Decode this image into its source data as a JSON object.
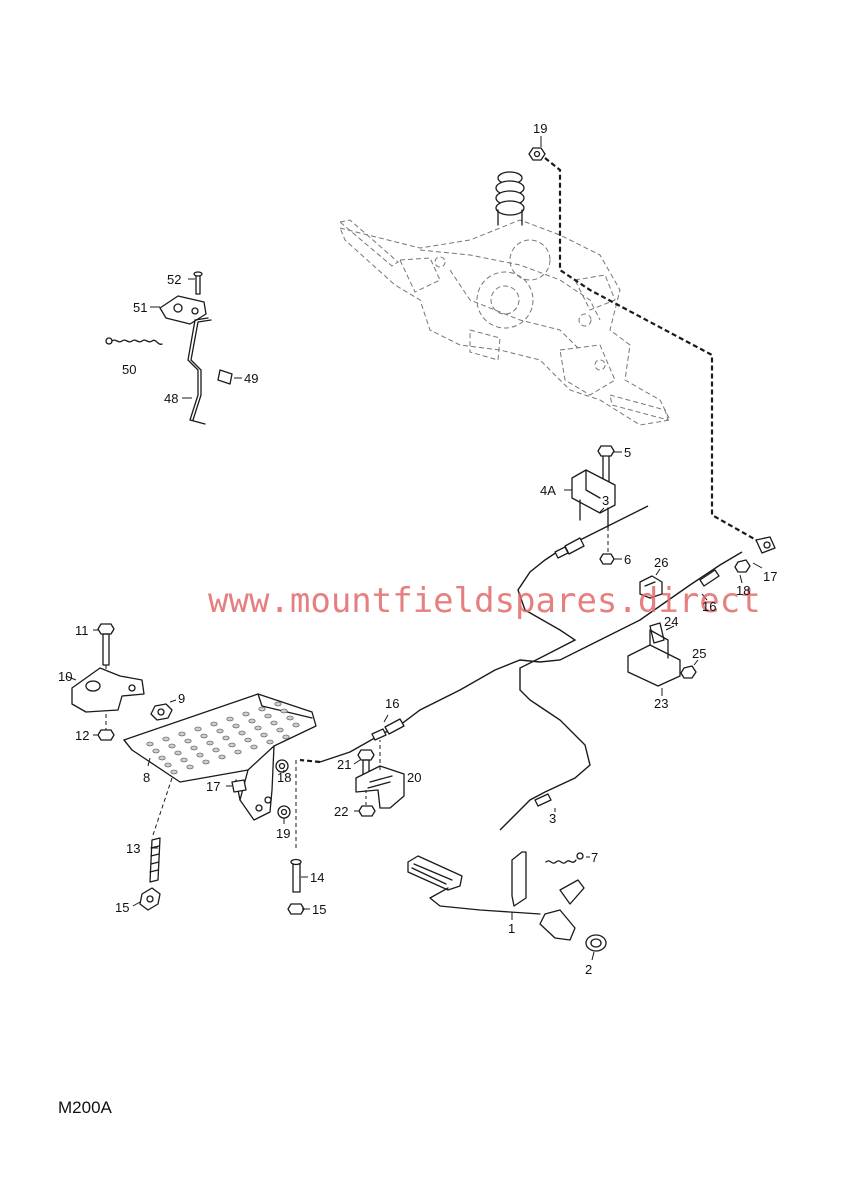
{
  "diagram": {
    "code": "M200A",
    "watermark": "www.mountfieldspares.direct",
    "callouts": [
      {
        "id": "19",
        "label": "19"
      },
      {
        "id": "52",
        "label": "52"
      },
      {
        "id": "51",
        "label": "51"
      },
      {
        "id": "50",
        "label": "50"
      },
      {
        "id": "49",
        "label": "49"
      },
      {
        "id": "48",
        "label": "48"
      },
      {
        "id": "5",
        "label": "5"
      },
      {
        "id": "4A",
        "label": "4A"
      },
      {
        "id": "3a",
        "label": "3"
      },
      {
        "id": "6",
        "label": "6"
      },
      {
        "id": "26",
        "label": "26"
      },
      {
        "id": "17a",
        "label": "17"
      },
      {
        "id": "18a",
        "label": "18"
      },
      {
        "id": "16a",
        "label": "16"
      },
      {
        "id": "24",
        "label": "24"
      },
      {
        "id": "25",
        "label": "25"
      },
      {
        "id": "23",
        "label": "23"
      },
      {
        "id": "11",
        "label": "11"
      },
      {
        "id": "10",
        "label": "10"
      },
      {
        "id": "9",
        "label": "9"
      },
      {
        "id": "12",
        "label": "12"
      },
      {
        "id": "16b",
        "label": "16"
      },
      {
        "id": "8",
        "label": "8"
      },
      {
        "id": "18b",
        "label": "18"
      },
      {
        "id": "17b",
        "label": "17"
      },
      {
        "id": "21",
        "label": "21"
      },
      {
        "id": "20",
        "label": "20"
      },
      {
        "id": "22",
        "label": "22"
      },
      {
        "id": "19b",
        "label": "19"
      },
      {
        "id": "3b",
        "label": "3"
      },
      {
        "id": "13",
        "label": "13"
      },
      {
        "id": "7",
        "label": "7"
      },
      {
        "id": "14",
        "label": "14"
      },
      {
        "id": "15a",
        "label": "15"
      },
      {
        "id": "15b",
        "label": "15"
      },
      {
        "id": "1",
        "label": "1"
      },
      {
        "id": "2",
        "label": "2"
      }
    ]
  }
}
